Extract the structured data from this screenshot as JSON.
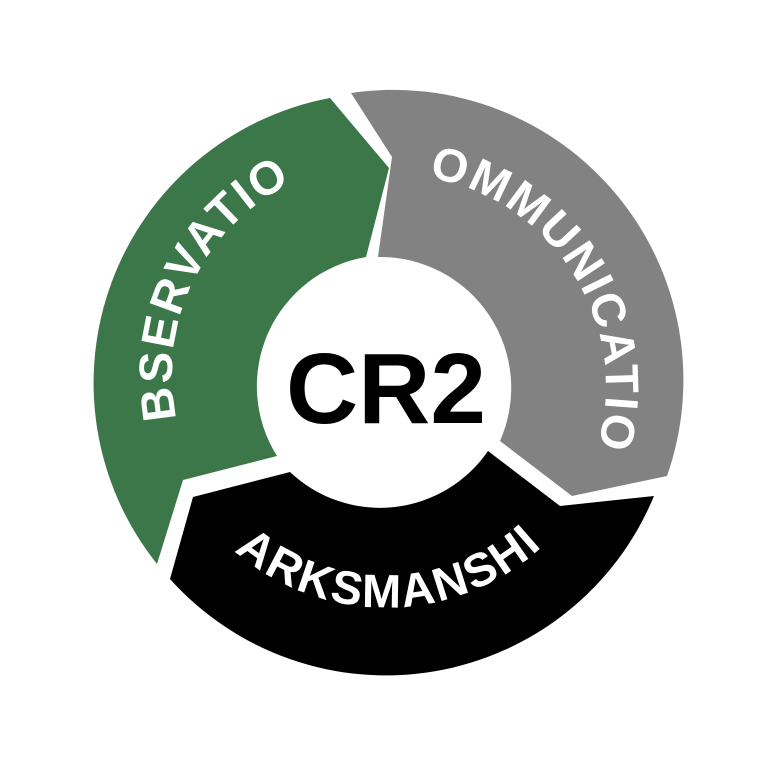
{
  "diagram": {
    "center_label": "CR2",
    "segments": [
      {
        "id": "observation",
        "label": "OBSERVATION",
        "color": "#3B7748"
      },
      {
        "id": "communication",
        "label": "COMMUNICATION",
        "color": "#828282"
      },
      {
        "id": "marksmanship",
        "label": "MARKSMANSHIP",
        "color": "#000000"
      }
    ],
    "background": "#ffffff"
  }
}
